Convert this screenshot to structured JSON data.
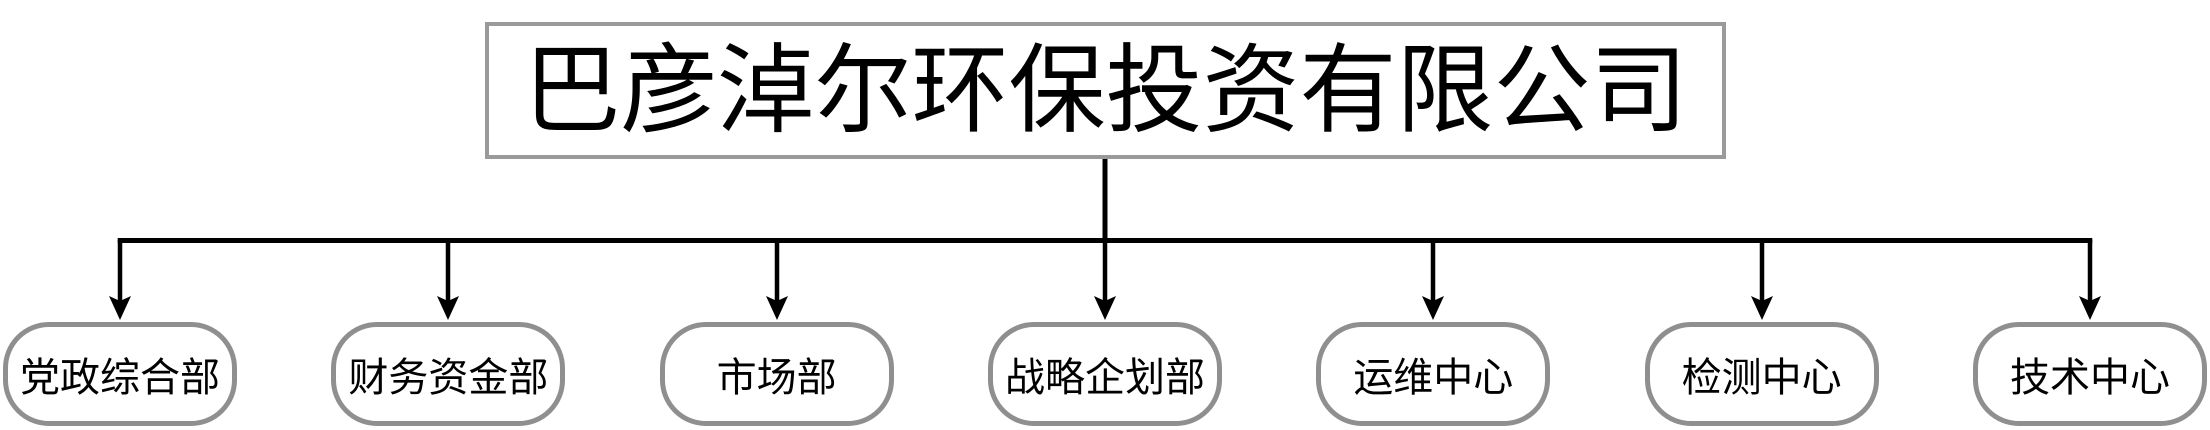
{
  "company": {
    "name": "巴彦淖尔环保投资有限公司"
  },
  "departments": [
    {
      "label": "党政综合部"
    },
    {
      "label": "财务资金部"
    },
    {
      "label": "市场部"
    },
    {
      "label": "战略企划部"
    },
    {
      "label": "运维中心"
    },
    {
      "label": "检测中心"
    },
    {
      "label": "技术中心"
    }
  ],
  "colors": {
    "background": "#ffffff",
    "title_border": "#9a9a9a",
    "node_border": "#8f8f8f",
    "connector": "#000000",
    "text": "#000000"
  }
}
